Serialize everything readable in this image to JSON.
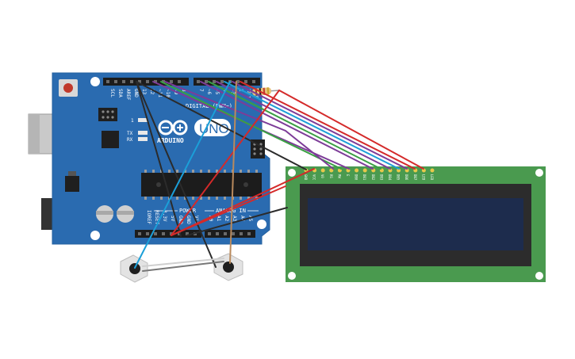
{
  "board": {
    "brand": "ARDUINO",
    "model": "UNO",
    "labels": {
      "scl": "SCL",
      "sda": "SDA",
      "aref": "AREF",
      "gnd_top": "GND",
      "digital_header": "DIGITAL (PWM~)",
      "tx": "TX",
      "rx": "RX",
      "one": "1",
      "ioref": "IOREF",
      "reset": "RESET",
      "v33": "3.3V",
      "v5": "5V",
      "gnd1": "GND",
      "gnd2": "GND",
      "vin": "Vin",
      "power": "POWER",
      "analog_in": "ANALOG IN"
    },
    "digital_pin_numbers": [
      "13",
      "12",
      "~11",
      "~10",
      "~9",
      "8",
      "7",
      "~6",
      "~5",
      "4",
      "~3",
      "2",
      "TX 1",
      "RX 0"
    ],
    "analog_pins": [
      "A0",
      "A1",
      "A2",
      "A3",
      "A4",
      "A5"
    ]
  },
  "lcd": {
    "pin_labels": [
      "GND",
      "VCC",
      "V0",
      "RS",
      "RW",
      "E",
      "DB0",
      "DB1",
      "DB2",
      "DB3",
      "DB4",
      "DB5",
      "DB6",
      "DB7",
      "LED",
      "LED"
    ]
  },
  "wire_colors": {
    "red": "#d42a2a",
    "black": "#2b2b2b",
    "purple": "#7d3c98",
    "green": "#3aa043",
    "blue": "#1b9fd8",
    "brown": "#b98a5d",
    "grey": "#777777"
  }
}
